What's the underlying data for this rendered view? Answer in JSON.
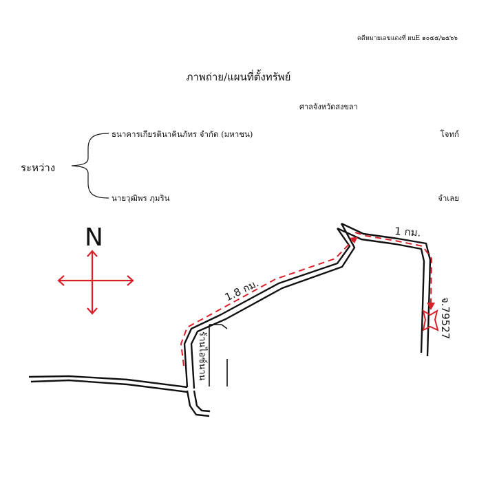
{
  "header": {
    "case_number": "คดีหมายเลขแดงที่ ผบE ๑๐๕๕/๒๕๖๖",
    "title": "ภาพถ่าย/แผนที่ตั้งทรัพย์",
    "court": "ศาลจังหวัดสงขลา"
  },
  "parties": {
    "between_label": "ระหว่าง",
    "plaintiff": {
      "name": "ธนาคารเกียรตินาคินภัทร จำกัด (มหาชน)",
      "role": "โจทก์"
    },
    "defendant": {
      "name": "นายวุฒิพร ภุมริน",
      "role": "จำเลย"
    }
  },
  "map": {
    "north_label": "N",
    "distance_1": "1.8 กม.",
    "distance_2": "1 กม.",
    "property_label": "จ.79527",
    "shop_label": "ร้านไอซ์นาน",
    "colors": {
      "ink": "#111111",
      "route": "#d8202a",
      "compass": "#d8202a"
    }
  }
}
